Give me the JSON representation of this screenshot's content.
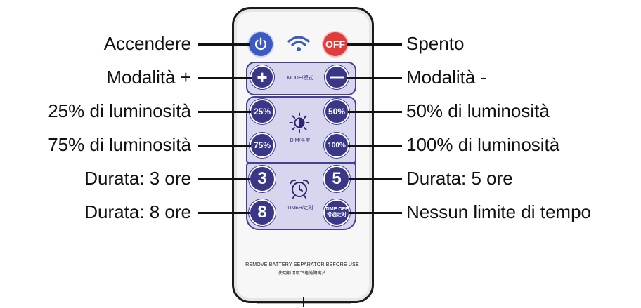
{
  "callouts": {
    "left": [
      "Accendere",
      "Modalità +",
      "25% di luminosità",
      "75% di luminosità",
      "Durata: 3 ore",
      "Durata: 8 ore"
    ],
    "right": [
      "Spento",
      "Modalità -",
      "50% di luminosità",
      "100% di luminosità",
      "Durata: 5 ore",
      "Nessun limite di tempo"
    ]
  },
  "remote": {
    "buttons": {
      "off": "OFF",
      "plus": "+",
      "minus": "—",
      "p25": "25%",
      "p50": "50%",
      "p75": "75%",
      "p100": "100%",
      "n3": "3",
      "n5": "5",
      "n8": "8",
      "time_off": "TIME OFF",
      "time_off_cn": "常通定时"
    },
    "panel_labels": {
      "mode": "MODE/模式",
      "dim": "DIM/亮度",
      "timer": "TIMER/定时"
    },
    "notice": {
      "en": "REMOVE BATTERY SEPARATOR BEFORE USE",
      "cn": "使用前请取下电池隔离片"
    }
  },
  "colors": {
    "panel_fill": "#d8d5ee",
    "panel_border": "#473f8f",
    "button_navy": "#3a3788",
    "power_blue": "#3b5bc2",
    "off_red": "#e23b3b"
  },
  "icons": [
    "power-icon",
    "wifi-icon",
    "brightness-icon",
    "alarm-clock-icon"
  ]
}
